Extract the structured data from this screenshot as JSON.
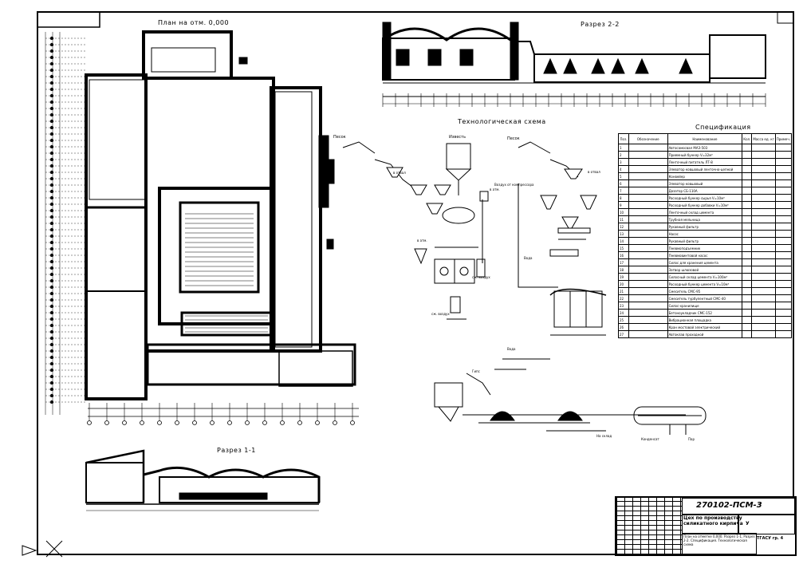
{
  "titles": {
    "plan": "План на отм. 0,000",
    "section22": "Разрез 2-2",
    "section11": "Разрез 1-1",
    "tech_scheme": "Технологическая схема",
    "spec": "Спецификация"
  },
  "spec_table": {
    "headers": [
      "Поз.",
      "Обозначение",
      "Наименование",
      "Кол.",
      "Масса ед. кг",
      "Примеч."
    ],
    "rows": [
      [
        "1",
        "Автосамосвал МАЗ-503"
      ],
      [
        "2",
        "Приемный бункер V=32м³"
      ],
      [
        "3",
        "Ленточный питатель ЛТ-8"
      ],
      [
        "4",
        "Элеватор ковшовый ленточно-цепной"
      ],
      [
        "5",
        "Конвейер"
      ],
      [
        "6",
        "Элеватор ковшовый"
      ],
      [
        "7",
        "Дозатор СБ-110А"
      ],
      [
        "8",
        "Расходный бункер сырья V=10м³"
      ],
      [
        "9",
        "Расходный бункер добавки V=10м³"
      ],
      [
        "10",
        "Ленточный склад цемента"
      ],
      [
        "11",
        "Трубная мельница"
      ],
      [
        "12",
        "Рукавный фильтр"
      ],
      [
        "13",
        "Насос"
      ],
      [
        "14",
        "Рукавный фильтр"
      ],
      [
        "15",
        "Пневмоподъемник"
      ],
      [
        "16",
        "Пневмовинтовой насос"
      ],
      [
        "17",
        "Силос для хранения цемента"
      ],
      [
        "18",
        "Затвор шлюзовой"
      ],
      [
        "19",
        "Силосный склад цемента V=100м³"
      ],
      [
        "20",
        "Расходный бункер цемента V=10м³"
      ],
      [
        "21",
        "Смеситель СМС-95"
      ],
      [
        "22",
        "Смеситель турбулентный СМС-40"
      ],
      [
        "23",
        "Силос-хранилище"
      ],
      [
        "24",
        "Бетоноукладчик СМС-152"
      ],
      [
        "25",
        "Вибрационная площадка"
      ],
      [
        "26",
        "Кран мостовой электрический"
      ],
      [
        "27",
        "Автоклав проходной"
      ]
    ]
  },
  "labels": {
    "pesok": "Песок",
    "izvest": "Известь",
    "v_otval": "в отвал",
    "v_atm": "в атм.",
    "ot_kompressora": "Воздух от компрессора",
    "sz_vozduh": "сж. воздух",
    "voda": "Вода",
    "gips": "Гипс",
    "na_sklad": "На склад",
    "kondensat": "Конденсат",
    "par": "Пар"
  },
  "stamp": {
    "code": "270102-ПСМ-3",
    "name": "Цех по производству силикатного кирпича",
    "sheets": "План на отметке 0,000. Разрез 1-1, Разрез 2-2. Спецификация. Технологическая схема",
    "stage": "У",
    "org": "ТГАСУ гр. 4"
  },
  "colors": {
    "ink": "#000000",
    "paper": "#ffffff"
  }
}
